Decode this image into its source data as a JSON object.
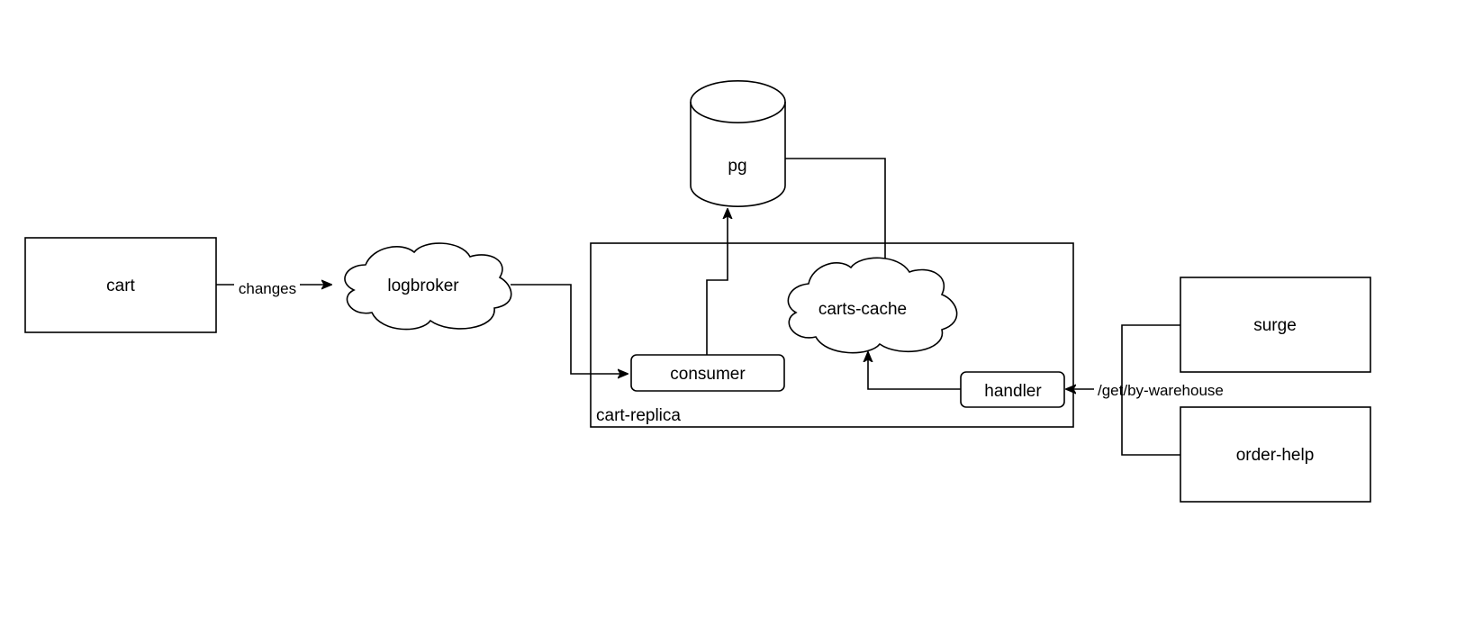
{
  "diagram": {
    "nodes": {
      "cart": {
        "label": "cart",
        "shape": "rectangle"
      },
      "logbroker": {
        "label": "logbroker",
        "shape": "cloud"
      },
      "pg": {
        "label": "pg",
        "shape": "cylinder"
      },
      "cart_replica": {
        "label": "cart-replica",
        "shape": "container"
      },
      "carts_cache": {
        "label": "carts-cache",
        "shape": "cloud"
      },
      "consumer": {
        "label": "consumer",
        "shape": "rounded-rectangle"
      },
      "handler": {
        "label": "handler",
        "shape": "rounded-rectangle"
      },
      "surge": {
        "label": "surge",
        "shape": "rectangle"
      },
      "order_help": {
        "label": "order-help",
        "shape": "rectangle"
      }
    },
    "edges": {
      "cart_to_logbroker": {
        "from": "cart",
        "to": "logbroker",
        "label": "changes"
      },
      "logbroker_to_consumer": {
        "from": "logbroker",
        "to": "consumer",
        "label": ""
      },
      "consumer_to_pg": {
        "from": "consumer",
        "to": "pg",
        "label": ""
      },
      "pg_to_carts_cache": {
        "from": "pg",
        "to": "carts-cache",
        "label": ""
      },
      "handler_to_carts_cache": {
        "from": "handler",
        "to": "carts-cache",
        "label": ""
      },
      "clients_to_handler": {
        "from": "surge, order-help",
        "to": "handler",
        "label": "/get/by-warehouse"
      }
    }
  }
}
